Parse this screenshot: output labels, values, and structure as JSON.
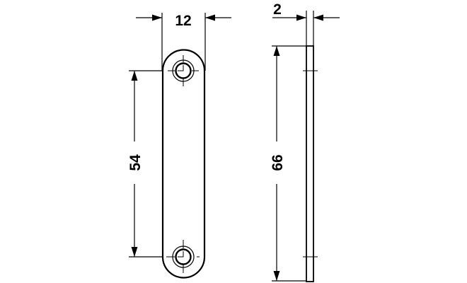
{
  "dimensions": {
    "width": "12",
    "thickness": "2",
    "hole_spacing": "54",
    "length": "66"
  }
}
